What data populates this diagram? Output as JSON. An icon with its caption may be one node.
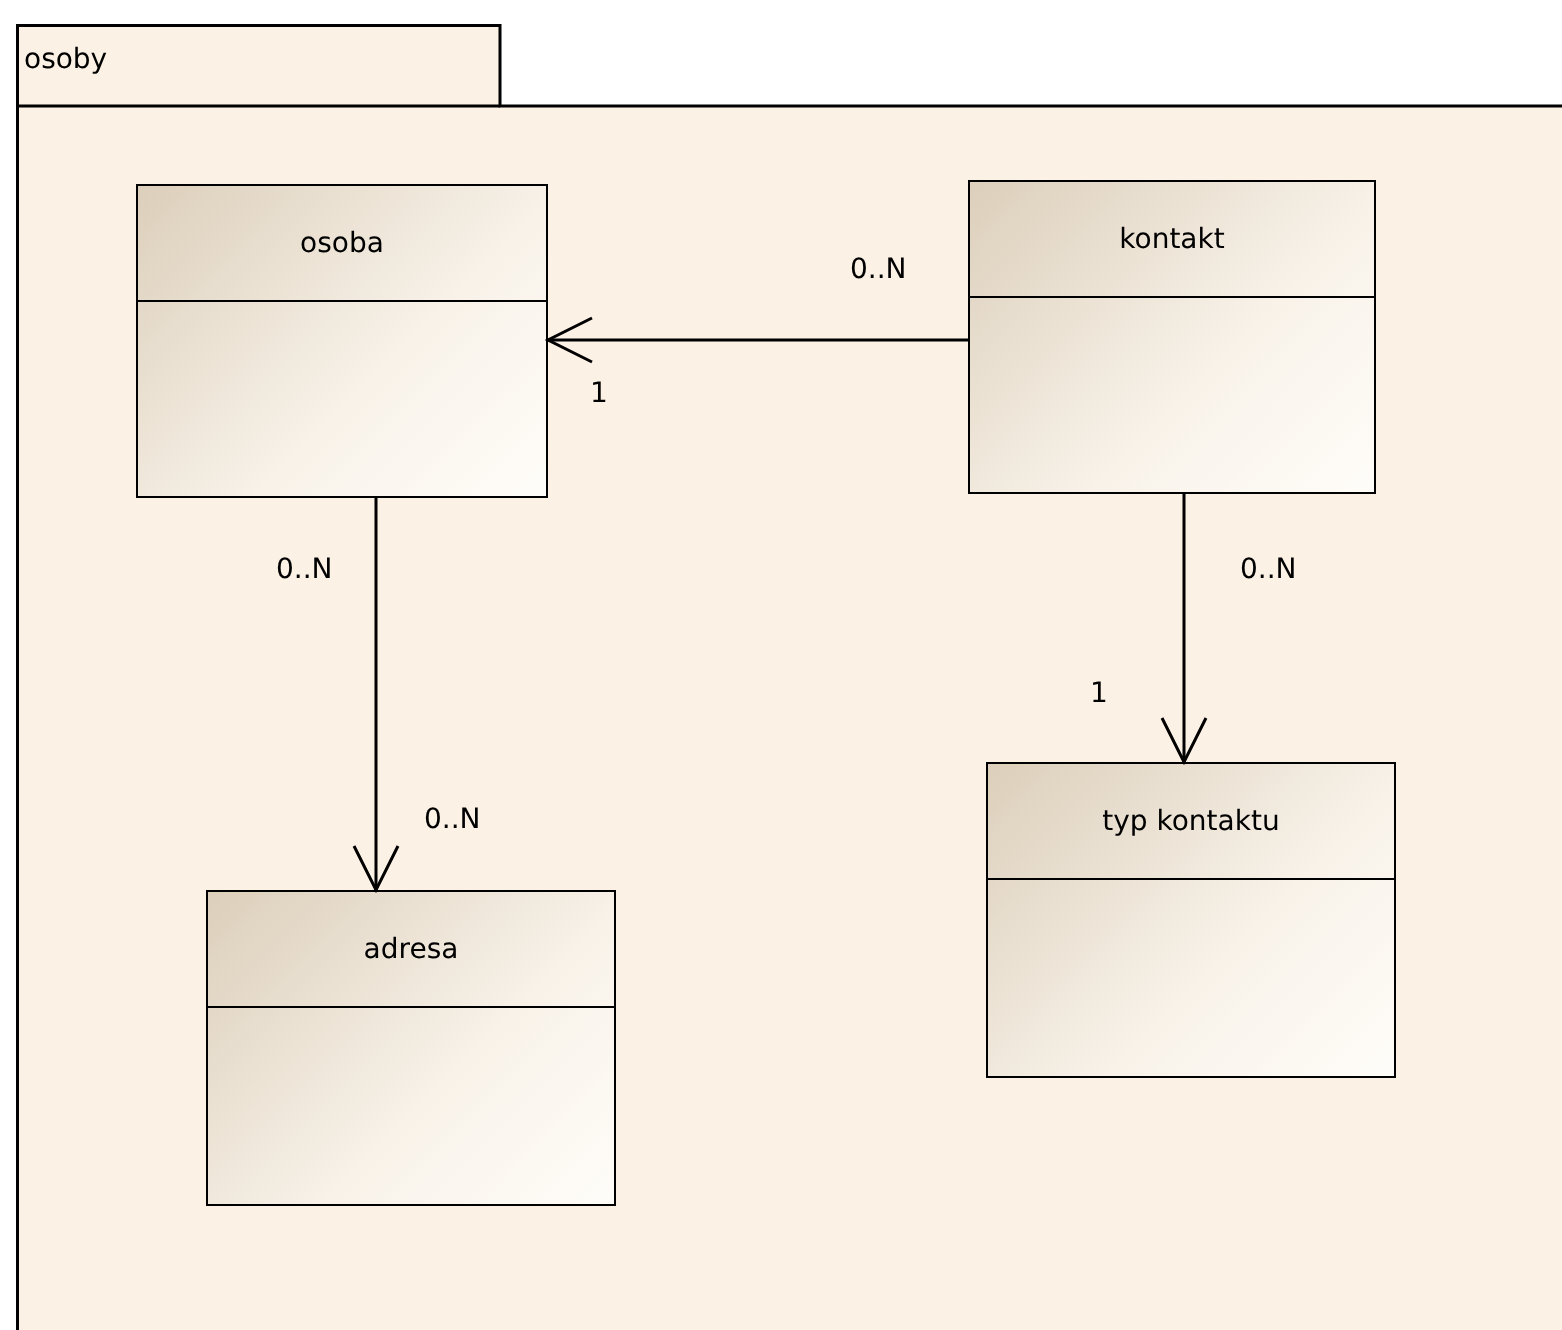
{
  "diagram": {
    "nodes": [
      {
        "text": [
          "osoby"
        ]
      },
      {
        "text": [
          "osoba"
        ],
        "in": 0
      },
      {
        "text": [
          "kontakt"
        ],
        "in": 0
      },
      {
        "text": [
          "adresa"
        ],
        "in": 0
      },
      {
        "text": [
          "typ kontaktu"
        ],
        "in": 0
      }
    ],
    "edges": [
      {
        "from": 2,
        "to": 1,
        "arrow": "to"
      },
      {
        "from": 1,
        "to": 3,
        "arrow": "to"
      },
      {
        "from": 2,
        "to": 4,
        "arrow": "to"
      }
    ],
    "labels": [
      "0..N",
      "1",
      "0..N",
      "0..N",
      "1",
      "0..N"
    ]
  }
}
